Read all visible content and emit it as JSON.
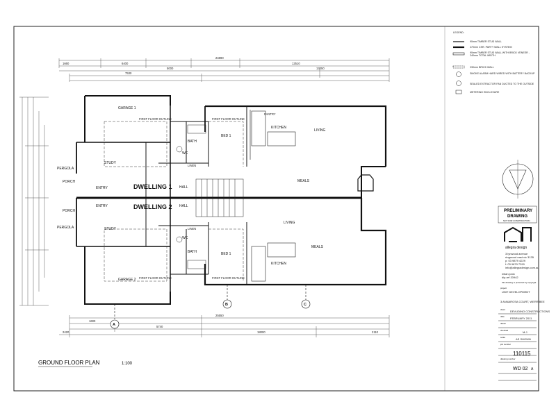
{
  "plan": {
    "title": "GROUND FLOOR PLAN",
    "scale": "1:100",
    "dwelling_1": "DWELLING 1",
    "dwelling_2": "DWELLING 2",
    "grid_markers": [
      "A",
      "B",
      "C"
    ],
    "rooms_top": {
      "garage": "GARAGE 1",
      "study": "STUDY",
      "pergola": "PERGOLA",
      "porch": "PORCH",
      "entry": "ENTRY",
      "hall": "HALL",
      "bath": "BATH",
      "wc": "WC",
      "linen": "LINEN",
      "bed": "BED 1",
      "kitchen": "KITCHEN",
      "pantry": "PANTRY",
      "living": "LIVING",
      "meals": "MEALS"
    },
    "rooms_bottom": {
      "garage": "GARAGE 2",
      "study": "STUDY",
      "pergola": "PERGOLA",
      "porch": "PORCH",
      "entry": "ENTRY",
      "hall": "HALL",
      "bath": "BATH",
      "wc": "WC",
      "linen": "LINEN",
      "bed": "BED 1",
      "kitchen": "KITCHEN",
      "living": "LIVING",
      "meals": "MEALS"
    },
    "dims_top": [
      "24890",
      "1660",
      "6400",
      "5000",
      "12510",
      "7530",
      "13050"
    ],
    "dims_bottom": [
      "25550",
      "1600",
      "5740",
      "2420",
      "18000",
      "2110"
    ],
    "first_floor_outline": "FIRST FLOOR OUTLINE"
  },
  "legend": {
    "title": "LEGEND:",
    "items": [
      "90mm TIMBER STUD WALL",
      "270mm CSR. PARTY WALL SYSTEM",
      "90mm TIMBER STUD WALL WITH BRICK VENEER - 240mm TOTAL WIDTH",
      "230mm BRICK WALL",
      "SMOKE ALARM HARD WIRED WITH BATTERY BACKUP",
      "SEALED EXTRACTOR FAN DUCTED TO THE OUTSIDE",
      "METERING ENCLOSURE"
    ]
  },
  "title_block": {
    "preliminary": "PRELIMINARY",
    "drawing": "DRAWING",
    "not_for_construction": "NOT FOR CONSTRUCTION",
    "company": "allegra design",
    "address": [
      "3 lynwood avenue",
      "ringwood east  vic 3135",
      "p: 03 9879 4229",
      "f: 03 9879 7290",
      "info@allegradesign.com.au"
    ],
    "person": [
      "milan jonic",
      "dip-ref 20942"
    ],
    "copyright": "this drawing is protected by copyright",
    "project_label": "project",
    "project": "UNIT DEVELOPMENT",
    "address_line": "3 ANNAROSA COURT, WERRIBEE",
    "client_label": "client",
    "client": "DEVUDINO CONSTRUCTIONS",
    "date_label": "date",
    "date": "FEBRUARY 2011",
    "drawn_label": "drawn",
    "checked_label": "checked",
    "checked": "M.J.",
    "scale_label": "scale",
    "scale": "AS SHOWN",
    "job_label": "job number",
    "job": "110115",
    "drawing_label": "drawing number",
    "drawing_number": "WD 02",
    "revision": "A"
  },
  "colors": {
    "ink": "#1a1a1a",
    "paper": "#ffffff"
  }
}
